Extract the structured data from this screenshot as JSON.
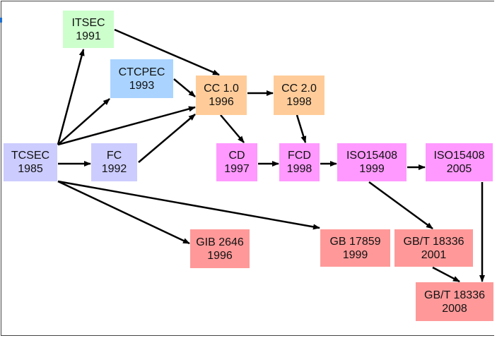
{
  "colors": {
    "green": "#ccffcc",
    "blue": "#aad4ff",
    "orange": "#ffcc99",
    "lavender": "#ccccff",
    "magenta": "#ff99ff",
    "red": "#ff9999",
    "arrow": "#000000"
  },
  "nodes": {
    "itsec": {
      "name": "ITSEC",
      "year": "1991"
    },
    "ctcpec": {
      "name": "CTCPEC",
      "year": "1993"
    },
    "cc10": {
      "name": "CC 1.0",
      "year": "1996"
    },
    "cc20": {
      "name": "CC 2.0",
      "year": "1998"
    },
    "tcsec": {
      "name": "TCSEC",
      "year": "1985"
    },
    "fc": {
      "name": "FC",
      "year": "1992"
    },
    "cd": {
      "name": "CD",
      "year": "1997"
    },
    "fcd": {
      "name": "FCD",
      "year": "1998"
    },
    "iso1999": {
      "name": "ISO15408",
      "year": "1999"
    },
    "iso2005": {
      "name": "ISO15408",
      "year": "2005"
    },
    "gib2646": {
      "name": "GIB 2646",
      "year": "1996"
    },
    "gb17859": {
      "name": "GB 17859",
      "year": "1999"
    },
    "gbt2001": {
      "name": "GB/T 18336",
      "year": "2001"
    },
    "gbt2008": {
      "name": "GB/T 18336",
      "year": "2008"
    }
  },
  "edges": [
    [
      "tcsec",
      "itsec"
    ],
    [
      "tcsec",
      "ctcpec"
    ],
    [
      "tcsec",
      "cc10"
    ],
    [
      "tcsec",
      "fc"
    ],
    [
      "fc",
      "cc10"
    ],
    [
      "ctcpec",
      "cc10"
    ],
    [
      "itsec",
      "cc10"
    ],
    [
      "cc10",
      "cc20"
    ],
    [
      "cc10",
      "cd"
    ],
    [
      "cc20",
      "fcd"
    ],
    [
      "cd",
      "fcd"
    ],
    [
      "fcd",
      "iso1999"
    ],
    [
      "iso1999",
      "iso2005"
    ],
    [
      "iso1999",
      "gbt2001"
    ],
    [
      "iso2005",
      "gbt2008"
    ],
    [
      "gbt2001",
      "gbt2008"
    ],
    [
      "tcsec",
      "gib2646"
    ],
    [
      "tcsec",
      "gb17859"
    ]
  ]
}
